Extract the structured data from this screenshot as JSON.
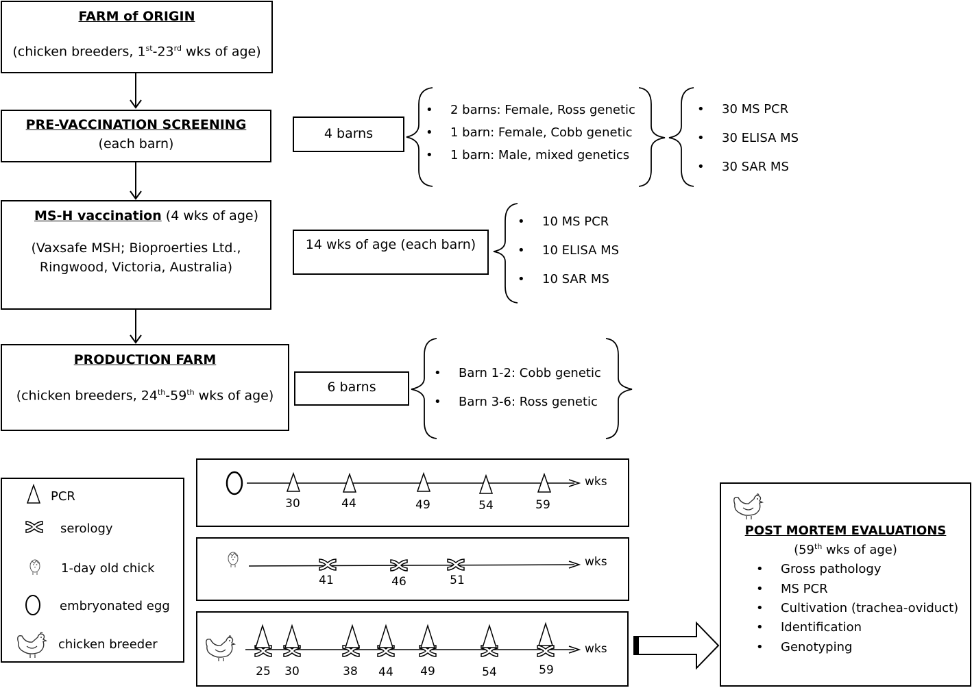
{
  "farm_origin": {
    "title": "FARM of ORIGIN",
    "detail_pre": "(chicken breeders, 1",
    "sup1": "st",
    "detail_mid": "-23",
    "sup2": "rd",
    "detail_post": " wks of age)"
  },
  "screening": {
    "title": "PRE-VACCINATION SCREENING",
    "subtitle": "(each barn)",
    "barns_label": "4 barns",
    "barns": [
      "2 barns: Female, Ross genetic",
      "1 barn: Female, Cobb genetic",
      "1 barn: Male, mixed genetics"
    ],
    "tests": [
      "30 MS PCR",
      "30 ELISA MS",
      "30 SAR MS"
    ]
  },
  "vaccination": {
    "title": "MS-H vaccination",
    "title_suffix": " (4 wks of age)",
    "line1": "(Vaxsafe MSH; Bioproerties Ltd.,",
    "line2": "Ringwood, Victoria, Australia)",
    "age_label": "14 wks of age (each barn)",
    "tests": [
      "10 MS PCR",
      "10 ELISA MS",
      "10 SAR MS"
    ]
  },
  "production": {
    "title": "PRODUCTION FARM",
    "detail_pre": "(chicken breeders, 24",
    "sup1": "th",
    "detail_mid": "-59",
    "sup2": "th",
    "detail_post": " wks of age)",
    "barns_label": "6 barns",
    "barns": [
      "Barn 1-2: Cobb genetic",
      "Barn 3-6: Ross genetic"
    ]
  },
  "legend": {
    "pcr": "PCR",
    "serology": "serology",
    "chick": "1-day old chick",
    "egg": "embryonated egg",
    "breeder": "chicken breeder"
  },
  "timelines": {
    "unit": "wks",
    "egg_weeks": [
      "30",
      "44",
      "49",
      "54",
      "59"
    ],
    "chick_weeks": [
      "41",
      "46",
      "51"
    ],
    "breeder_weeks": [
      "25",
      "30",
      "38",
      "44",
      "49",
      "54",
      "59"
    ]
  },
  "post_mortem": {
    "title": "POST MORTEM EVALUATIONS",
    "age_pre": "(59",
    "age_sup": "th",
    "age_post": " wks of age)",
    "items": [
      "Gross pathology",
      "MS PCR",
      "Cultivation (trachea-oviduct)",
      "Identification",
      "Genotyping"
    ]
  },
  "icons": {
    "pcr": "triangle-icon",
    "serology": "cross-icon",
    "chick": "chick-icon",
    "egg": "egg-icon",
    "breeder": "hen-icon"
  }
}
